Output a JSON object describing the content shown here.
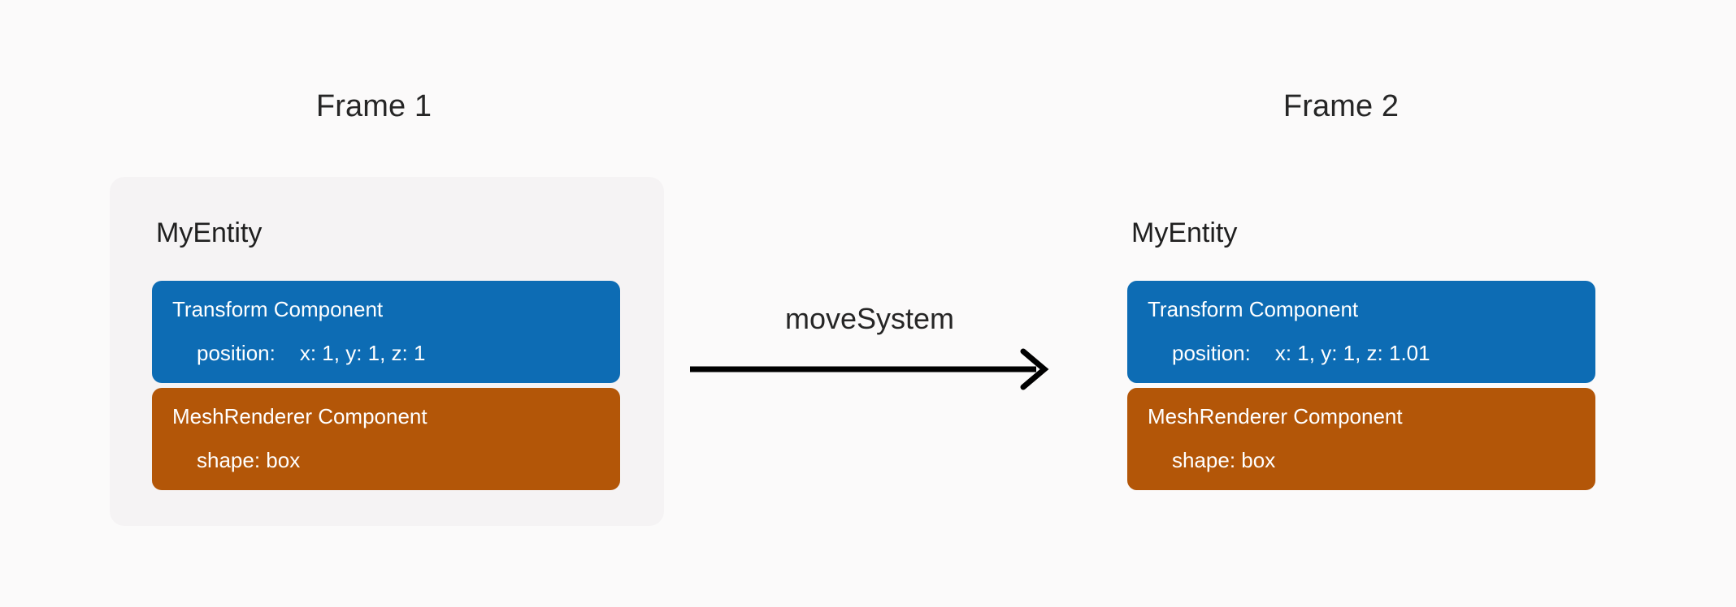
{
  "diagram": {
    "background_color": "#fbfafa",
    "frames": [
      {
        "title": "Frame 1",
        "panel_color": "#f5f3f4",
        "entity_name": "MyEntity",
        "components": [
          {
            "title": "Transform Component",
            "color": "#0d6cb4",
            "prop_key": "position:",
            "prop_value": "x: 1, y: 1, z: 1"
          },
          {
            "title": "MeshRenderer Component",
            "color": "#b35608",
            "prop_key": "shape: box",
            "prop_value": ""
          }
        ]
      },
      {
        "title": "Frame 2",
        "panel_color": "transparent",
        "entity_name": "MyEntity",
        "components": [
          {
            "title": "Transform Component",
            "color": "#0d6cb4",
            "prop_key": "position:",
            "prop_value": "x: 1, y: 1, z: 1.01"
          },
          {
            "title": "MeshRenderer Component",
            "color": "#b35608",
            "prop_key": "shape: box",
            "prop_value": ""
          }
        ]
      }
    ],
    "transition": {
      "label": "moveSystem",
      "arrow_color": "#000000",
      "direction": "right"
    }
  }
}
